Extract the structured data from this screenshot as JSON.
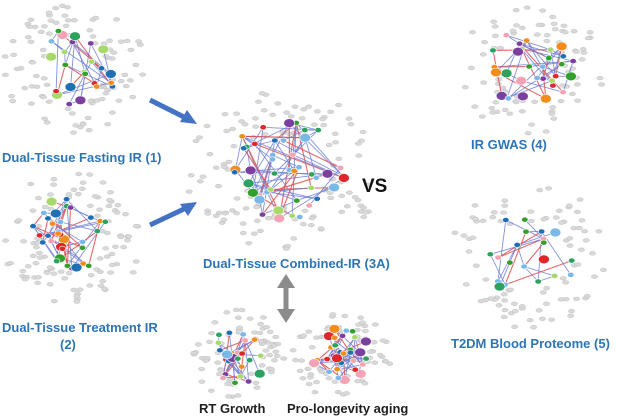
{
  "labels": {
    "fasting": "Dual-Tissue Fasting IR (1)",
    "treatment_line1": "Dual-Tissue Treatment IR",
    "treatment_line2": "(2)",
    "combined": "Dual-Tissue Combined-IR (3A)",
    "gwas": "IR GWAS (4)",
    "proteome": "T2DM Blood Proteome (5)",
    "vs": "VS",
    "rt_growth": "RT Growth",
    "longevity": "Pro-longevity aging"
  },
  "colors": {
    "label_blue": "#2e75b6",
    "arrow_blue": "#4472c4",
    "double_arrow_gray": "#8c8c8c",
    "node_gray": "#d9d9d9",
    "edge_blue": "#6f7fd6",
    "edge_red": "#e05050",
    "module_colors": [
      "#1f6fb5",
      "#e0262b",
      "#33a02c",
      "#f28c1c",
      "#7b3fa0",
      "#f4a3b5",
      "#7ab8e8",
      "#a6d96a",
      "#2ca25f"
    ]
  },
  "networks": [
    {
      "name": "fasting-network",
      "label_key": "fasting"
    },
    {
      "name": "treatment-network",
      "label_key": "treatment_line1"
    },
    {
      "name": "combined-network",
      "label_key": "combined"
    },
    {
      "name": "gwas-network",
      "label_key": "gwas"
    },
    {
      "name": "proteome-network",
      "label_key": "proteome"
    },
    {
      "name": "rt-growth-network",
      "label_key": "rt_growth"
    },
    {
      "name": "longevity-network",
      "label_key": "longevity"
    }
  ]
}
